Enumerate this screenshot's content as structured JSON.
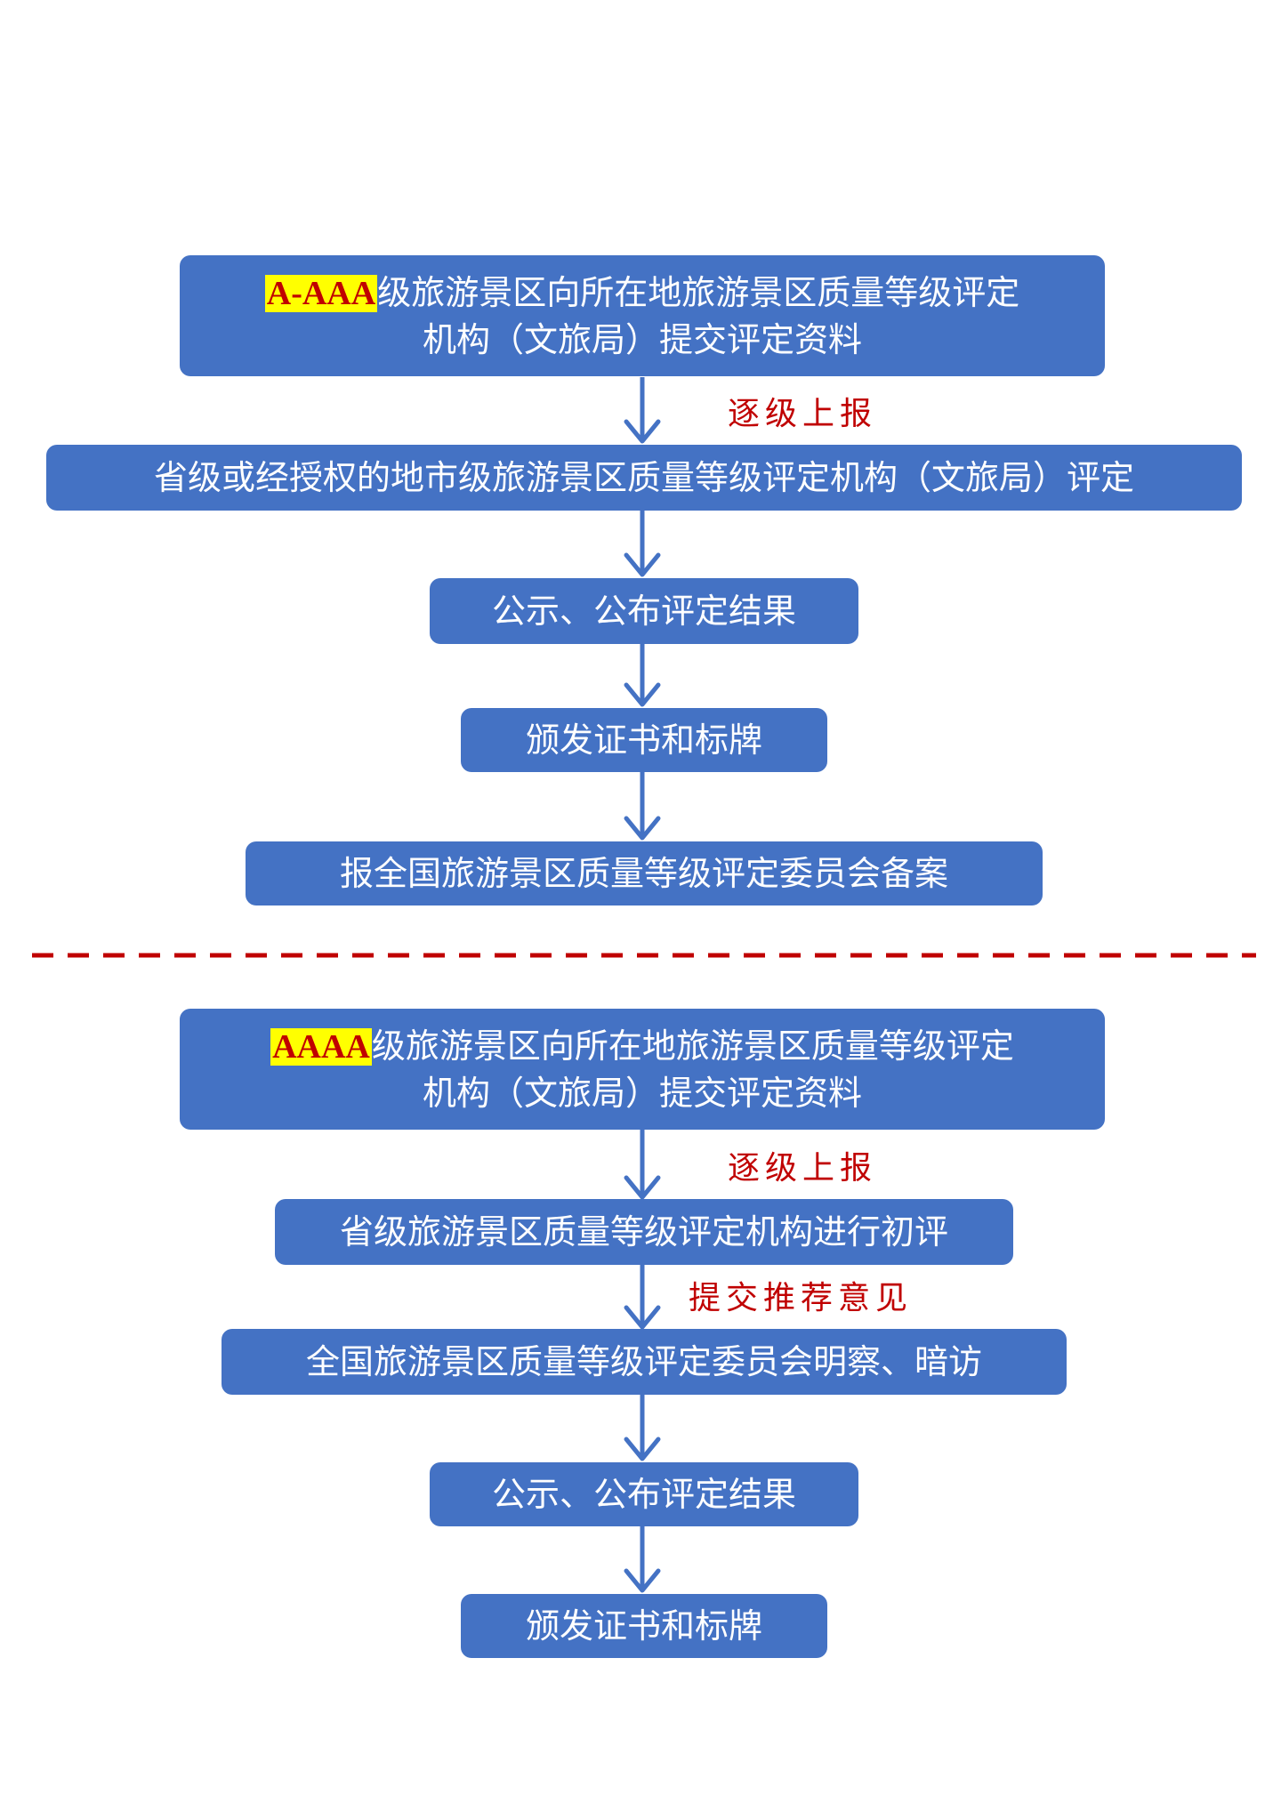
{
  "colors": {
    "box_fill": "#4472c4",
    "box_text": "#ffffff",
    "highlight_bg": "#ffff00",
    "highlight_text": "#c00000",
    "note_text": "#c00000",
    "divider": "#c00000"
  },
  "section1": {
    "step1_highlight": "A-AAA",
    "step1_line1": "级旅游景区向所在地旅游景区质量等级评定",
    "step1_line2": "机构（文旅局）提交评定资料",
    "note1": "逐级上报",
    "step2": "省级或经授权的地市级旅游景区质量等级评定机构（文旅局）评定",
    "step3": "公示、公布评定结果",
    "step4": "颁发证书和标牌",
    "step5": "报全国旅游景区质量等级评定委员会备案"
  },
  "section2": {
    "step1_highlight": "AAAA",
    "step1_line1": "级旅游景区向所在地旅游景区质量等级评定",
    "step1_line2": "机构（文旅局）提交评定资料",
    "note1": "逐级上报",
    "step2": "省级旅游景区质量等级评定机构进行初评",
    "note2": "提交推荐意见",
    "step3": "全国旅游景区质量等级评定委员会明察、暗访",
    "step4": "公示、公布评定结果",
    "step5": "颁发证书和标牌"
  }
}
